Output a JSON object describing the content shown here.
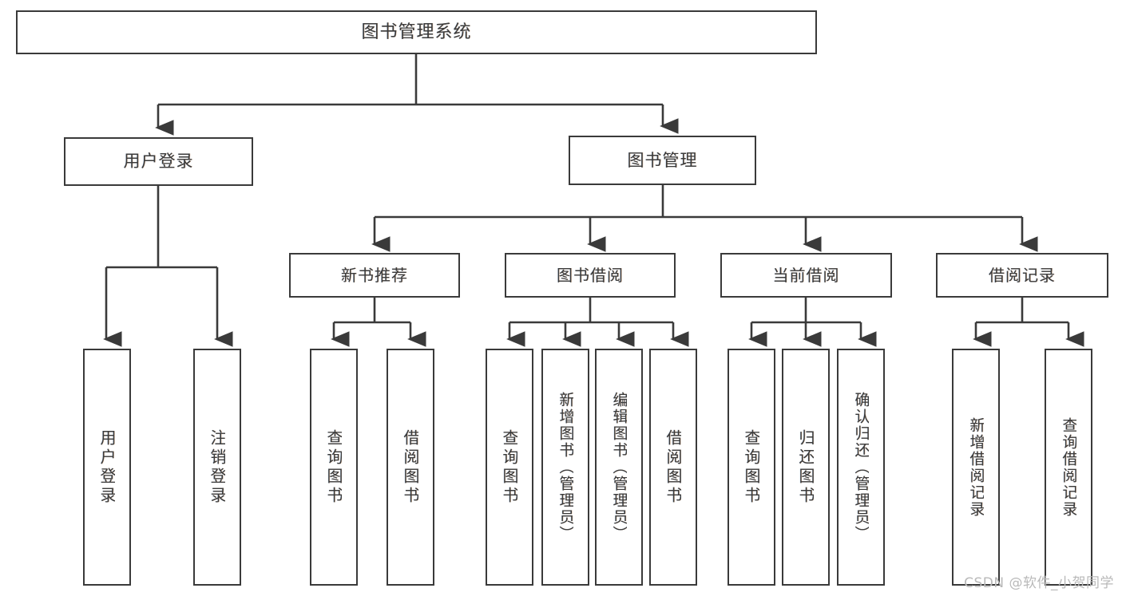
{
  "diagram": {
    "type": "tree",
    "title": "图书管理系统",
    "orientation": "top-down",
    "style": {
      "box_border_color": "#3a3a3a",
      "box_fill_color": "#ffffff",
      "connector_color": "#3a3a3a",
      "text_color": "#3b3b3b",
      "background": "#ffffff"
    },
    "root": {
      "label": "图书管理系统"
    },
    "level1": [
      {
        "label": "用户登录"
      },
      {
        "label": "图书管理"
      }
    ],
    "level2": [
      {
        "label": "新书推荐"
      },
      {
        "label": "图书借阅"
      },
      {
        "label": "当前借阅"
      },
      {
        "label": "借阅记录"
      }
    ],
    "leaves": {
      "user_login": [
        {
          "label": "用户登录"
        },
        {
          "label": "注销登录"
        }
      ],
      "new_book_recommend": [
        {
          "label": "查询图书"
        },
        {
          "label": "借阅图书"
        }
      ],
      "book_borrow": [
        {
          "label": "查询图书"
        },
        {
          "label": "新增图书（管理员）"
        },
        {
          "label": "编辑图书（管理员）"
        },
        {
          "label": "借阅图书"
        }
      ],
      "current_borrow": [
        {
          "label": "查询图书"
        },
        {
          "label": "归还图书"
        },
        {
          "label": "确认归还（管理员）"
        }
      ],
      "borrow_record": [
        {
          "label": "新增借阅记录"
        },
        {
          "label": "查询借阅记录"
        }
      ]
    }
  },
  "watermark": {
    "text": "CSDN @软件_小贺同学"
  }
}
